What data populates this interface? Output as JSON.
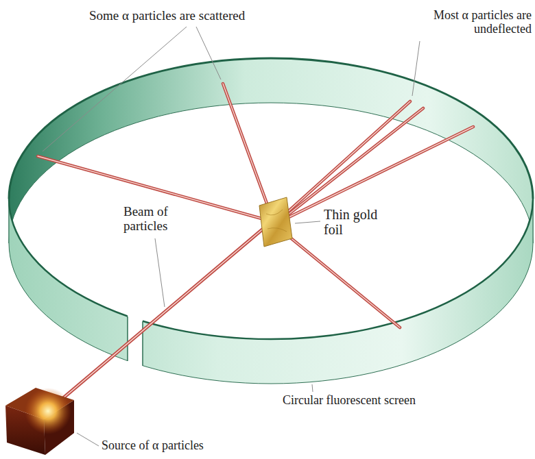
{
  "diagram": {
    "labels": [
      "Some α particles are scattered",
      "Most α particles are undeflected",
      "Thin gold foil",
      "Beam of particles",
      "Circular fluorescent screen",
      "Source of α particles"
    ]
  }
}
